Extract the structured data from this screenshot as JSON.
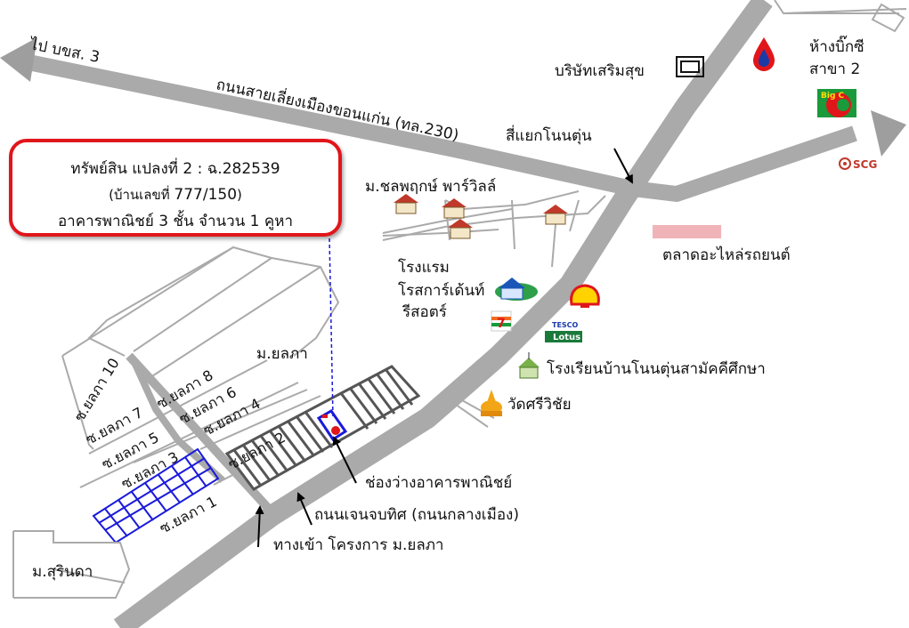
{
  "labels": {
    "to_highway": "ไป บขส. 3",
    "bypass_road": "ถนนสายเลี่ยงเมืองขอนแก่น (ทล.230)",
    "intersection": "สี่แยกโนนตุ่น",
    "company": "บริษัทเสริมสุข",
    "bigc_line1": "ห้างบิ๊กซี",
    "bigc_line2": "สาขา 2",
    "village_chonphruek": "ม.ชลพฤกษ์ พาร์วิลล์",
    "market": "ตลาดอะไหล่รถยนต์",
    "hotel_line1": "โรงแรม",
    "hotel_line2": "โรสการ์เด้นท์",
    "hotel_line3": "รีสอตร์",
    "village_yonlapha": "ม.ยลภา",
    "school": "โรงเรียนบ้านโนนตุ่นสามัคคีศึกษา",
    "temple": "วัดศรีวิชัย",
    "vacant_shophouse": "ช่องว่างอาคารพาณิชย์",
    "main_road": "ถนนเจนจบทิศ (ถนนกลางเมือง)",
    "project_entrance": "ทางเข้า โครงการ ม.ยลภา",
    "village_surinda": "ม.สุรินดา",
    "soi_1": "ซ.ยลภา 1",
    "soi_2": "ซ.ยลภา 2",
    "soi_3": "ซ.ยลภา 3",
    "soi_4": "ซ.ยลภา 4",
    "soi_5": "ซ.ยลภา 5",
    "soi_6": "ซ.ยลภา 6",
    "soi_7": "ซ.ยลภา 7",
    "soi_8": "ซ.ยลภา 8",
    "soi_10": "ซ.ยลภา 10"
  },
  "logos": {
    "bigc": "Big C",
    "scg": "SCG",
    "tesco_line1": "TESCO",
    "tesco_line2": "Lotus",
    "seven_eleven": "7"
  },
  "property_box": {
    "line1": "ทรัพย์สิน แปลงที่ 2 : ฉ.282539",
    "line2_prefix": "(บ้านเลขที่ ",
    "line2_number": "777/150",
    "line2_suffix": ")",
    "line3": "อาคารพาณิชย์ 3 ชั้น จำนวน 1 คูหา"
  },
  "colors": {
    "road_gray": "#aaaaaa",
    "arrow_gray": "#9e9e9e",
    "box_border": "#e0161b",
    "plot_blue": "#1a1adb",
    "market_pink": "#f0b3b8",
    "marker_red": "#e0161b"
  },
  "icons": [
    "house-icon",
    "shell-icon",
    "ptt-drop-icon",
    "temple-icon",
    "school-icon",
    "seven-eleven-icon"
  ]
}
